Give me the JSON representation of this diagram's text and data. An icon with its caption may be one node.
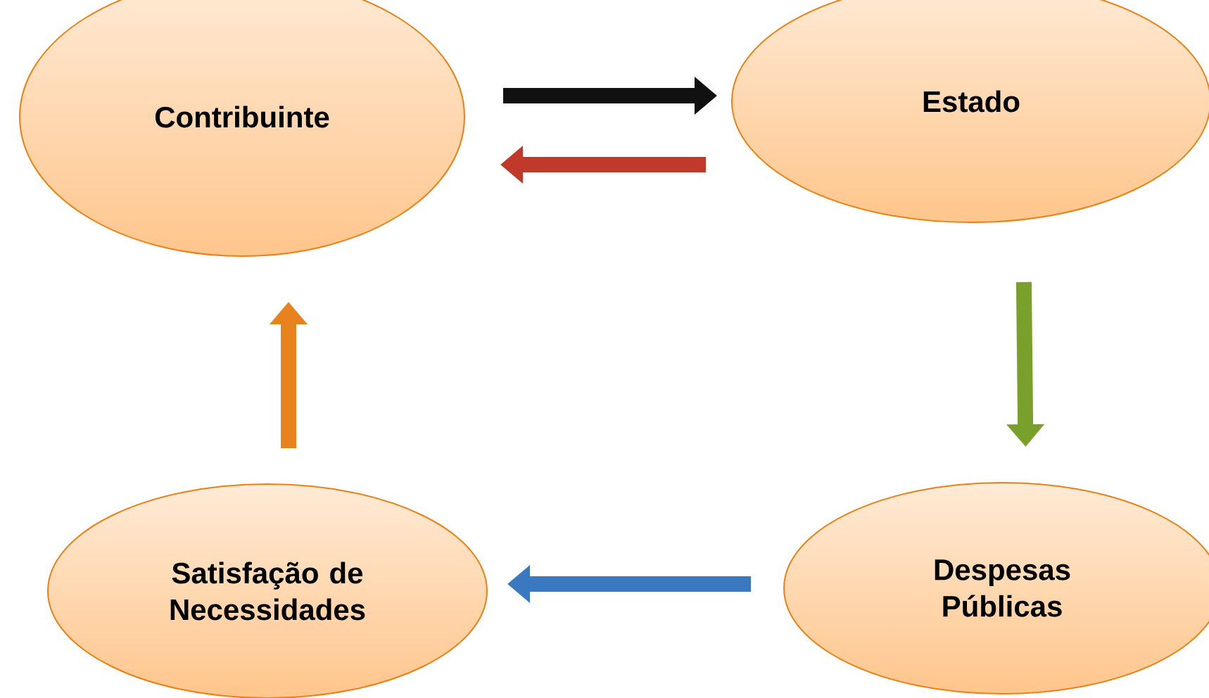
{
  "diagram": {
    "nodes": [
      {
        "text": [
          "Contribuinte"
        ]
      },
      {
        "text": [
          "Estado"
        ]
      },
      {
        "text": [
          "Despesas Públicas"
        ]
      },
      {
        "text": [
          "Satisfação de Necessidades"
        ]
      }
    ],
    "edges": [
      {
        "from": 0,
        "to": 1,
        "arrow": "to",
        "color": "#111111"
      },
      {
        "from": 1,
        "to": 0,
        "arrow": "to",
        "color": "#c0392b"
      },
      {
        "from": 1,
        "to": 2,
        "arrow": "to",
        "color": "#7aa02c"
      },
      {
        "from": 2,
        "to": 3,
        "arrow": "to",
        "color": "#3a78c0"
      },
      {
        "from": 3,
        "to": 0,
        "arrow": "to",
        "color": "#e8821e"
      }
    ]
  }
}
